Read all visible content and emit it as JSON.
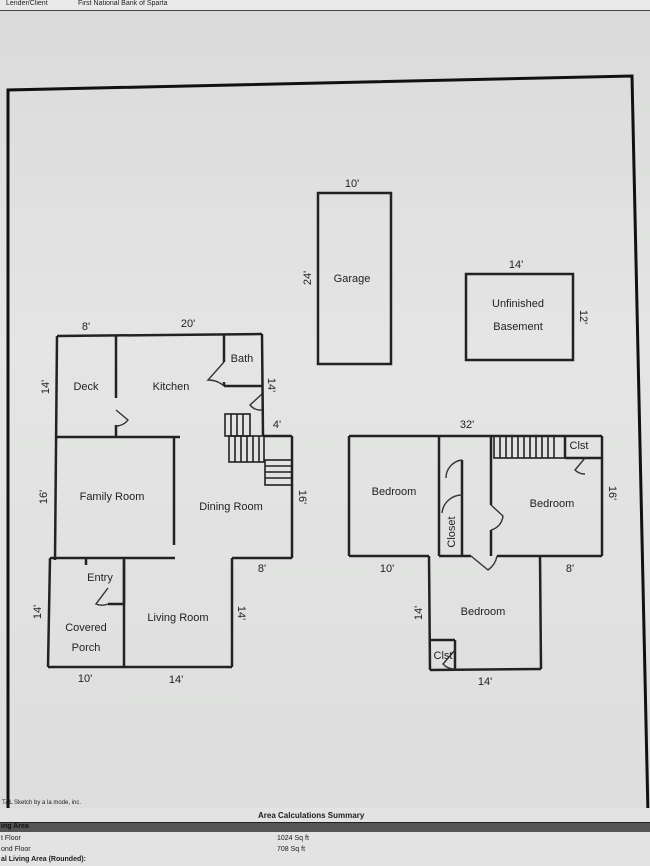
{
  "header": {
    "lender_label": "Lender/Client",
    "lender_value": "First National Bank of Sparta"
  },
  "plan": {
    "garage": {
      "label": "Garage",
      "dim_top": "10'",
      "dim_side": "24'"
    },
    "basement": {
      "label_line1": "Unfinished",
      "label_line2": "Basement",
      "dim_top": "14'",
      "dim_side": "12'"
    },
    "first_floor": {
      "rooms": {
        "deck": "Deck",
        "kitchen": "Kitchen",
        "bath": "Bath",
        "family_room": "Family Room",
        "dining_room": "Dining Room",
        "entry": "Entry",
        "covered_porch_1": "Covered",
        "covered_porch_2": "Porch",
        "living_room": "Living Room"
      },
      "dims": {
        "top_deck": "8'",
        "top_kitchen": "20'",
        "left_deck": "14'",
        "right_kitchen": "14'",
        "step": "4'",
        "left_family": "16'",
        "right_dining": "16'",
        "dining_bottom": "8'",
        "left_porch": "14'",
        "right_living": "14'",
        "bottom_porch": "10'",
        "bottom_living": "14'"
      }
    },
    "second_floor": {
      "rooms": {
        "bedroom_left": "Bedroom",
        "closet": "Closet",
        "bedroom_right": "Bedroom",
        "clst_top": "Clst",
        "bedroom_bottom": "Bedroom",
        "clst_bottom": "Clst"
      },
      "dims": {
        "top": "32'",
        "right": "16'",
        "bottom_left": "10'",
        "bottom_right": "8'",
        "left_bottom": "14'",
        "bottom": "14'"
      }
    }
  },
  "footer": {
    "credit": "TAL Sketch by a la mode, inc.",
    "summary_title": "Area Calculations Summary",
    "section_head": "ing Area",
    "rows": [
      {
        "label": "t Floor",
        "value": "1024 Sq ft"
      },
      {
        "label": "ond Floor",
        "value": "708 Sq ft"
      },
      {
        "label": "al Living Area (Rounded):",
        "value": ""
      }
    ]
  }
}
